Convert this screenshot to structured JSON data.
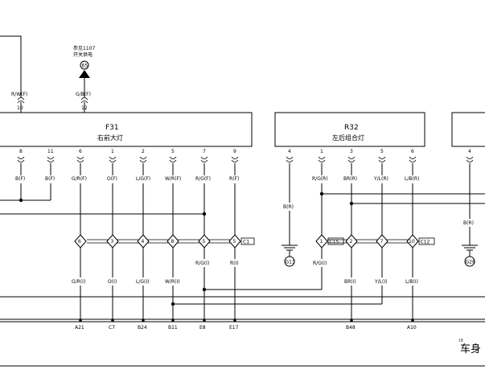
{
  "top_ref": {
    "line1": "参见1107",
    "line2": "开关供电",
    "badge": "65"
  },
  "top_wires": [
    {
      "label": "R/W(F)",
      "pin": "10"
    },
    {
      "label": "G/B(F)",
      "pin": "12"
    }
  ],
  "f31": {
    "code": "F31",
    "name": "右前大灯",
    "pins": [
      "8",
      "11",
      "6",
      "1",
      "2",
      "5",
      "7",
      "9"
    ],
    "wires": [
      "B(F)",
      "B(F)",
      "G/R(F)",
      "O(F)",
      "L/G(F)",
      "W/R(F)",
      "R/G(F)",
      "R(F)"
    ]
  },
  "r32": {
    "code": "R32",
    "name": "左后组合灯",
    "pins": [
      "4",
      "1",
      "3",
      "5",
      "6"
    ],
    "wires": [
      "B(R)",
      "R/G(R)",
      "BR(R)",
      "Y/L(R)",
      "L/B(R)"
    ]
  },
  "right_conn": {
    "pin": "4",
    "wire": "B(R)",
    "ground": "G28"
  },
  "g13": "G13",
  "splices_left": [
    "6",
    "3",
    "4",
    "8",
    "5",
    "5"
  ],
  "c1": "C1",
  "splices_right": [
    "1",
    "2",
    "7",
    "10"
  ],
  "c15": "C15",
  "c12": "C12",
  "i_wires_left": [
    "G/R(I)",
    "O(I)",
    "L/G(I)",
    "W/R(I)",
    "R/G(I)",
    "R(I)"
  ],
  "i_wires_right": [
    "R/G(I)",
    "BR(I)",
    "Y/L(I)",
    "L/B(I)"
  ],
  "bottom_left": [
    "A21",
    "C7",
    "B24",
    "B11",
    "E8",
    "E17"
  ],
  "bottom_right": [
    "B48",
    "A10"
  ],
  "footer": {
    "page": "I3",
    "title": "车身"
  }
}
